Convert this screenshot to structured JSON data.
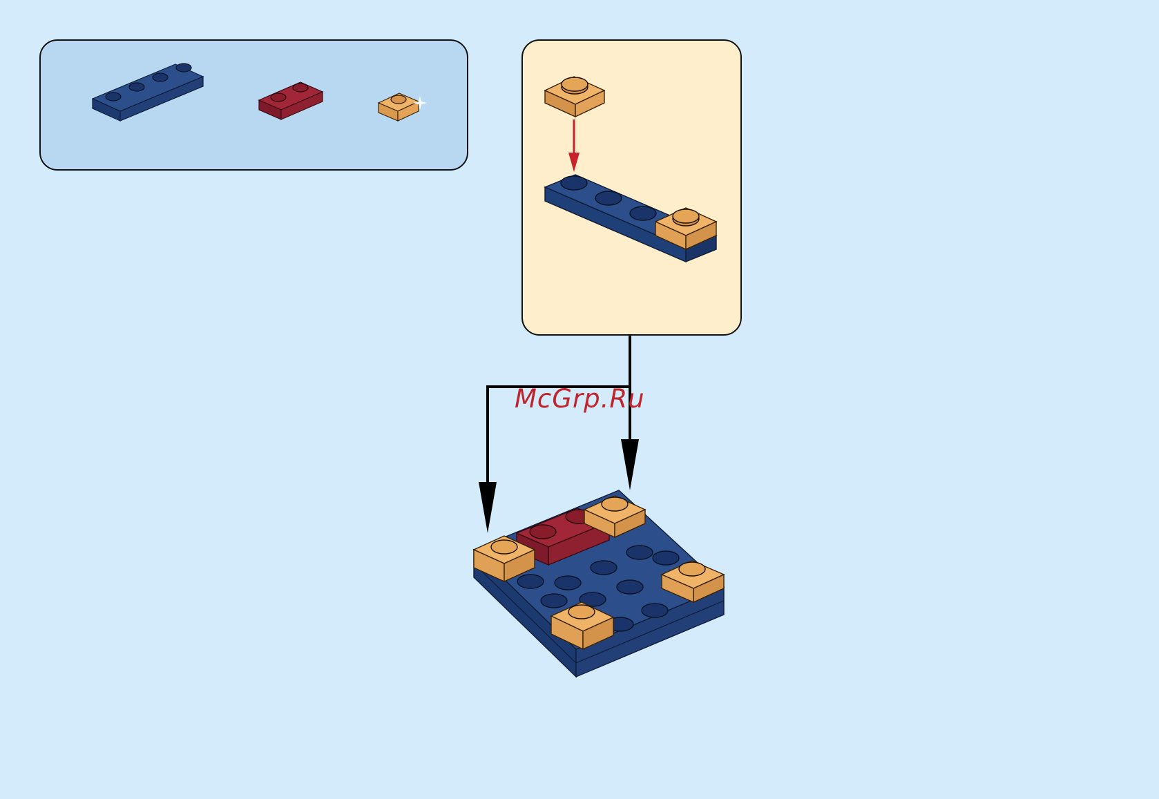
{
  "watermark": "McGrp.Ru",
  "colors": {
    "background": "#d4ebfb",
    "parts_panel": "#b8d8f2",
    "step_panel": "#ffeecb",
    "brick_blue": "#1f3f78",
    "brick_red": "#8e2030",
    "brick_tan": "#e6a85c",
    "arrow_red": "#c8232c",
    "arrow_black": "#000000"
  },
  "parts_list": [
    {
      "name": "plate-1x4",
      "color": "blue"
    },
    {
      "name": "plate-1x2",
      "color": "dark-red"
    },
    {
      "name": "plate-1x1",
      "color": "tan",
      "marker": "new-part-sparkle"
    }
  ],
  "icons": [
    "sparkle-icon",
    "red-down-arrow-icon",
    "black-arrow-icon"
  ]
}
